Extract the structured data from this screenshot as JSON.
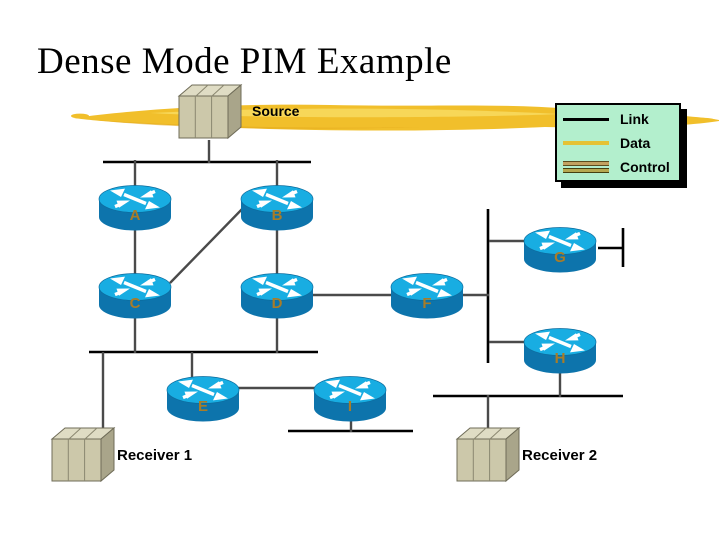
{
  "slide": {
    "title": "Dense Mode PIM Example",
    "background": "#ffffff"
  },
  "legend": {
    "bg": "#b3efcd",
    "items": [
      {
        "label": "Link",
        "swatch": "single-black-line"
      },
      {
        "label": "Data",
        "swatch": "single-yellow-line"
      },
      {
        "label": "Control",
        "swatch": "double-tan-line"
      }
    ]
  },
  "nodes": {
    "source": {
      "label": "Source",
      "icon": "host"
    },
    "receiver1": {
      "label": "Receiver 1",
      "icon": "host"
    },
    "receiver2": {
      "label": "Receiver 2",
      "icon": "host"
    },
    "routers": {
      "A": "A",
      "B": "B",
      "C": "C",
      "D": "D",
      "E": "E",
      "F": "F",
      "G": "G",
      "H": "H",
      "I": "I"
    }
  },
  "edges": [
    {
      "from": "Source",
      "to": "LAN-1"
    },
    {
      "from": "A",
      "to": "LAN-1"
    },
    {
      "from": "B",
      "to": "LAN-1"
    },
    {
      "from": "A",
      "to": "C"
    },
    {
      "from": "B",
      "to": "C"
    },
    {
      "from": "B",
      "to": "D"
    },
    {
      "from": "C",
      "to": "LAN-2"
    },
    {
      "from": "D",
      "to": "LAN-2"
    },
    {
      "from": "Receiver 1",
      "to": "LAN-2"
    },
    {
      "from": "E",
      "to": "LAN-2"
    },
    {
      "from": "D",
      "to": "F"
    },
    {
      "from": "F",
      "to": "LAN-3"
    },
    {
      "from": "G",
      "to": "LAN-3"
    },
    {
      "from": "H",
      "to": "LAN-3"
    },
    {
      "from": "G",
      "to": "LAN-6"
    },
    {
      "from": "H",
      "to": "LAN-4"
    },
    {
      "from": "Receiver 2",
      "to": "LAN-4"
    },
    {
      "from": "E",
      "to": "I"
    },
    {
      "from": "I",
      "to": "LAN-5"
    }
  ],
  "colors": {
    "router_top": "#18ade2",
    "router_body": "#0d74ac",
    "router_letter": "#a87c28",
    "link_line": "#000000",
    "connector_line": "#4a4a4a",
    "data_line": "#e5c235",
    "control_line": "#c2a260",
    "brush_stroke": "#f1bf2b",
    "legend_bg": "#b3efcd",
    "host_front": "#ccc8aa",
    "host_top": "#dfdcc4",
    "host_side": "#a9a58a"
  }
}
